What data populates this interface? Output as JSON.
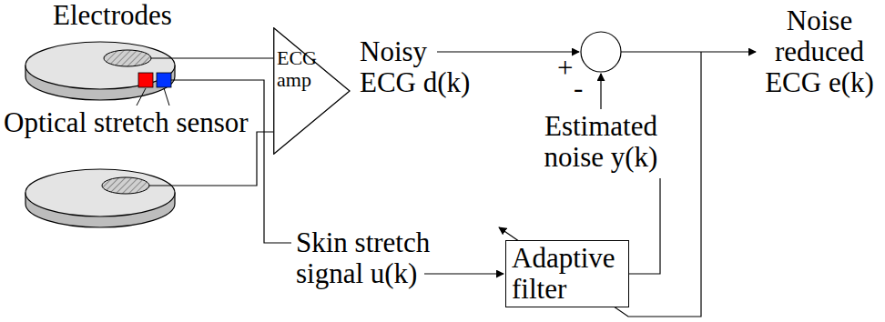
{
  "diagram": {
    "nodes": [
      {
        "text": [
          "ECG amp"
        ]
      },
      {
        "text": [
          "Adaptive filter"
        ]
      }
    ],
    "labels": [
      "Electrodes",
      "Optical stretch sensor",
      "Noisy ECG d(k)",
      "+",
      "-",
      "Estimated noise y(k)",
      "Skin stretch signal u(k)",
      "Noise reduced ECG e(k)"
    ]
  }
}
